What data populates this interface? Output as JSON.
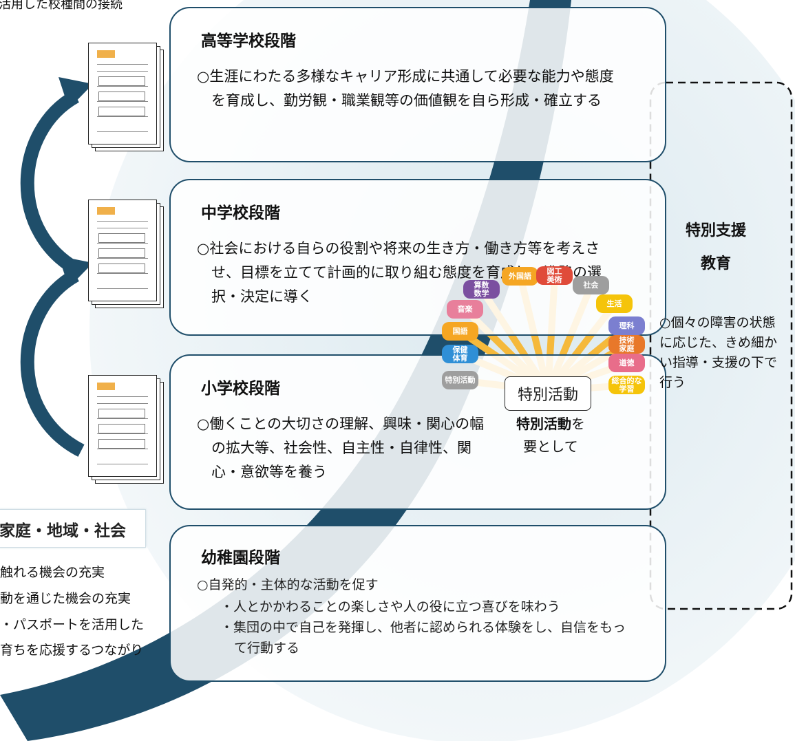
{
  "top_caption": "活用した校種間の接続",
  "stages": {
    "high": {
      "title": "高等学校段階",
      "desc": "○生涯にわたる多様なキャリア形成に共通して必要な能力や態度を育成し、勤労観・職業観等の価値観を自ら形成・確立する"
    },
    "junior": {
      "title": "中学校段階",
      "desc": "○社会における自らの役割や将来の生き方・働き方等を考えさせ、目標を立てて計画的に取り組む態度を育成し、進路の選択・決定に導く"
    },
    "elementary": {
      "title": "小学校段階",
      "desc": "○働くことの大切さの理解、興味・関心の幅の拡大等、社会性、自主性・自律性、関心・意欲等を養う"
    },
    "kinder": {
      "title": "幼稚園段階",
      "desc": "○自発的・主体的な活動を促す",
      "bullets": [
        "・人とかかわることの楽しさや人の役に立つ喜びを味わう",
        "・集団の中で自己を発揮し、他者に認められる体験をし、自信をもって行動する"
      ]
    }
  },
  "special_support": {
    "title_line1": "特別支援",
    "title_line2": "教育",
    "desc": "○個々の障害の状態に応じた、きめ細かい指導・支援の下で行う"
  },
  "special_activity": {
    "center_label": "特別活動",
    "caption_bold": "特別活動",
    "caption_suffix": "を",
    "caption_line2": "要として"
  },
  "subjects": [
    {
      "label": "特別活動",
      "color": "#9e9e9e"
    },
    {
      "label": "保健\n体育",
      "color": "#2f8fd6"
    },
    {
      "label": "国語",
      "color": "#f5a623"
    },
    {
      "label": "音楽",
      "color": "#e87f9b"
    },
    {
      "label": "算数\n数学",
      "color": "#7b4fa0"
    },
    {
      "label": "外国語",
      "color": "#f5a623"
    },
    {
      "label": "図工\n美術",
      "color": "#e04b3a"
    },
    {
      "label": "社会",
      "color": "#9e9e9e"
    },
    {
      "label": "生活",
      "color": "#f5c40a"
    },
    {
      "label": "理科",
      "color": "#7b7fd0"
    },
    {
      "label": "技術\n家庭",
      "color": "#e8782a"
    },
    {
      "label": "道徳",
      "color": "#e86d8a"
    },
    {
      "label": "総合的な\n学習",
      "color": "#f5c40a"
    }
  ],
  "community": {
    "title": "家庭・地域・社会",
    "items": [
      "触れる機会の充実",
      "動を通じた機会の充実",
      "・パスポートを活用した",
      "育ちを応援するつながり"
    ]
  },
  "colors": {
    "dark_blue": "#1f4e6a",
    "light_blue": "#c9dfe8",
    "ray": "#f5b93b"
  }
}
